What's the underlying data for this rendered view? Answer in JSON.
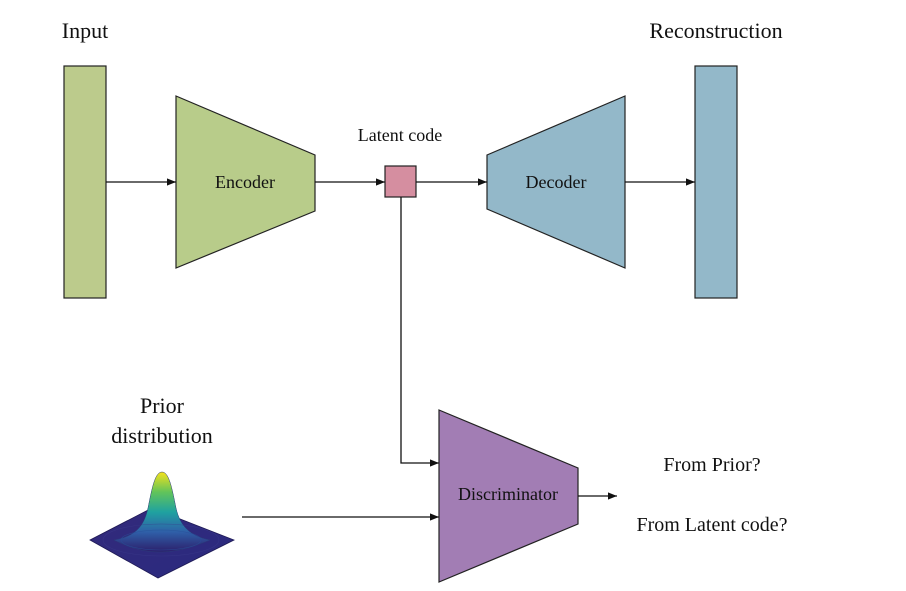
{
  "labels": {
    "input": "Input",
    "reconstruction": "Reconstruction",
    "latent_code": "Latent code",
    "encoder": "Encoder",
    "decoder": "Decoder",
    "discriminator": "Discriminator",
    "prior_line1": "Prior",
    "prior_line2": "distribution",
    "from_prior": "From Prior?",
    "from_latent": "From Latent code?"
  },
  "colors": {
    "input_fill": "#bccb8c",
    "encoder_fill": "#b8cc8a",
    "latent_fill": "#d58ea0",
    "decoder_fill": "#93b8c9",
    "reconstruction_fill": "#93b8c9",
    "discriminator_fill": "#a27db4",
    "from_prior_text": "#9bbb3a",
    "from_latent_text": "#c9506c"
  }
}
